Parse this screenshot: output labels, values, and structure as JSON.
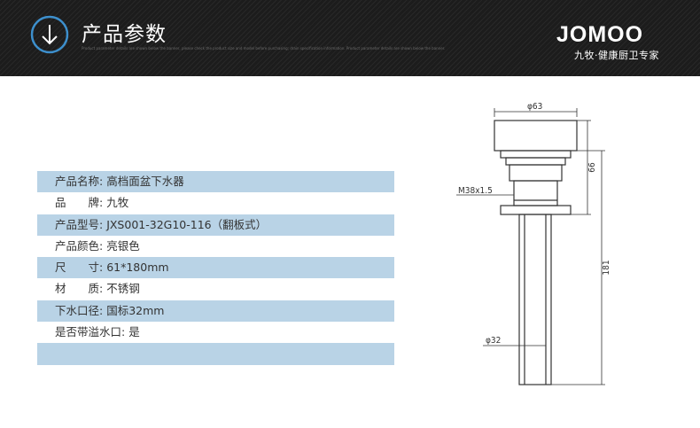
{
  "header": {
    "title": "产品参数",
    "fine_print": "Product parameter details are shown below the banner, please check the product size and model before purchasing; drain specification information. Product parameter details are shown below the banner.",
    "brand_logo": "JOMOO",
    "brand_slogan": "九牧·健康厨卫专家",
    "icon": "down-arrow-circle-icon"
  },
  "specs": [
    {
      "label": "产品名称: ",
      "value": "高档面盆下水器",
      "shaded": true
    },
    {
      "label": "品　　牌: ",
      "value": "九牧",
      "shaded": false
    },
    {
      "label": "产品型号: ",
      "value": "JXS001-32G10-116（翻板式）",
      "shaded": true
    },
    {
      "label": "产品颜色: ",
      "value": "亮银色",
      "shaded": false
    },
    {
      "label": "尺　　寸: ",
      "value": "61*180mm",
      "shaded": true
    },
    {
      "label": "材　　质: ",
      "value": "不锈钢",
      "shaded": false
    },
    {
      "label": "下水口径: ",
      "value": "国标32mm",
      "shaded": true
    },
    {
      "label": "是否带溢水口: ",
      "value": "是",
      "shaded": false
    },
    {
      "label": "",
      "value": "",
      "shaded": true
    }
  ],
  "drawing": {
    "top_diameter": "φ63",
    "thread": "M38x1.5",
    "height_upper": "66",
    "height_total": "181",
    "pipe_diameter": "φ32"
  },
  "colors": {
    "header_bg": "#1c1c1c",
    "row_shade": "#b9d3e6",
    "text": "#333333"
  }
}
